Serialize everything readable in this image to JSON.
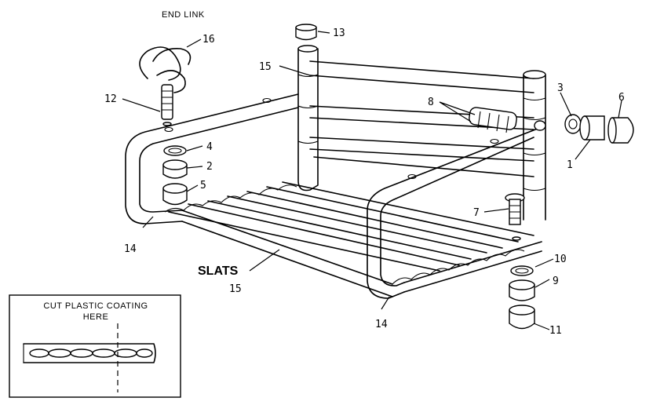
{
  "labels": {
    "end_link": "END LINK",
    "slats": "SLATS",
    "inset_line1": "CUT PLASTIC COATING",
    "inset_line2": "HERE"
  },
  "callouts": {
    "c1": "1",
    "c2": "2",
    "c3": "3",
    "c4": "4",
    "c5": "5",
    "c6": "6",
    "c7": "7",
    "c8": "8",
    "c9": "9",
    "c10": "10",
    "c11": "11",
    "c12": "12",
    "c13": "13",
    "c14a": "14",
    "c14b": "14",
    "c15a": "15",
    "c15b": "15",
    "c16": "16"
  }
}
